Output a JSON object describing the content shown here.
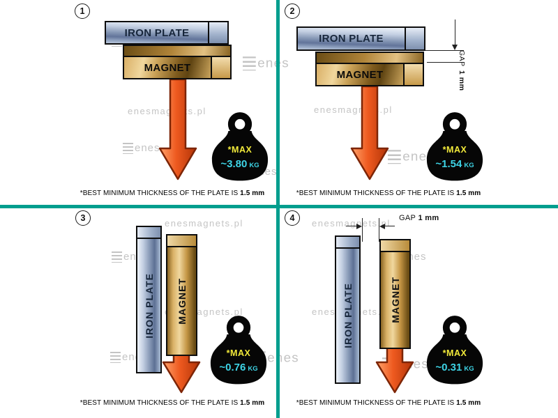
{
  "colors": {
    "divider": "#009e8e",
    "accent-yellow": "#f2ea3a",
    "accent-cyan": "#3ed4e6",
    "watermark": "#c4c4c4"
  },
  "watermark": {
    "logo_text": "enes",
    "site_text": "enesmagnets.pl"
  },
  "caption": {
    "main": "*BEST MINIMUM THICKNESS OF THE PLATE IS",
    "bold": "1.5 mm"
  },
  "panels": [
    {
      "number": "1",
      "plate_label": "IRON PLATE",
      "magnet_label": "MAGNET",
      "weight": {
        "max_label": "*MAX",
        "value": "~3.80",
        "unit": "KG"
      }
    },
    {
      "number": "2",
      "plate_label": "IRON PLATE",
      "magnet_label": "MAGNET",
      "gap": {
        "label": "GAP",
        "value": "1 mm"
      },
      "weight": {
        "max_label": "*MAX",
        "value": "~1.54",
        "unit": "KG"
      }
    },
    {
      "number": "3",
      "plate_label": "IRON PLATE",
      "magnet_label": "MAGNET",
      "weight": {
        "max_label": "*MAX",
        "value": "~0.76",
        "unit": "KG"
      }
    },
    {
      "number": "4",
      "plate_label": "IRON PLATE",
      "magnet_label": "MAGNET",
      "gap": {
        "label": "GAP",
        "value": "1 mm"
      },
      "weight": {
        "max_label": "*MAX",
        "value": "~0.31",
        "unit": "KG"
      }
    }
  ]
}
